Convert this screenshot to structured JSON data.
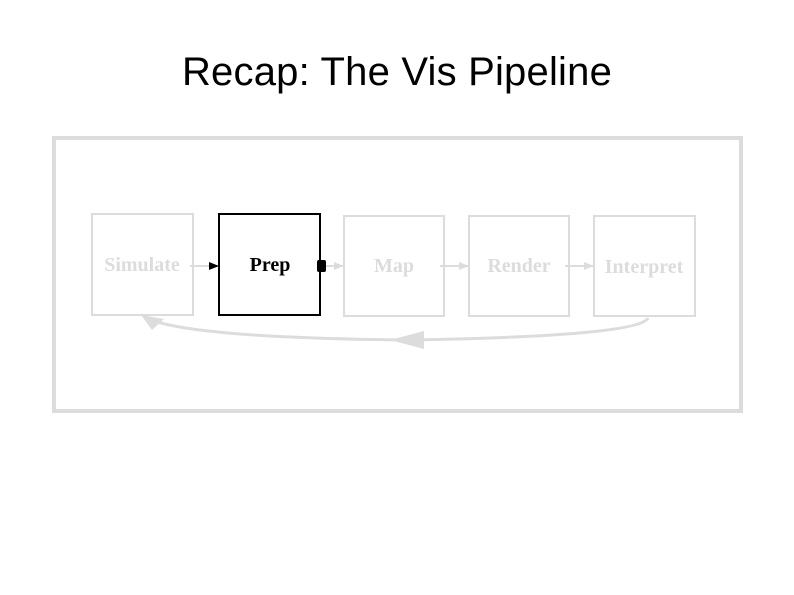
{
  "slide": {
    "title": "Recap: The Vis Pipeline"
  },
  "pipeline": {
    "stages": [
      {
        "label": "Simulate",
        "active": false
      },
      {
        "label": "Prep",
        "active": true
      },
      {
        "label": "Map",
        "active": false
      },
      {
        "label": "Render",
        "active": false
      },
      {
        "label": "Interpret",
        "active": false
      }
    ],
    "feedback_loop": "Interpret-to-Simulate",
    "colors": {
      "active": "#000000",
      "inactive": "#dcdcdc",
      "frame": "#dcdcdc"
    }
  }
}
